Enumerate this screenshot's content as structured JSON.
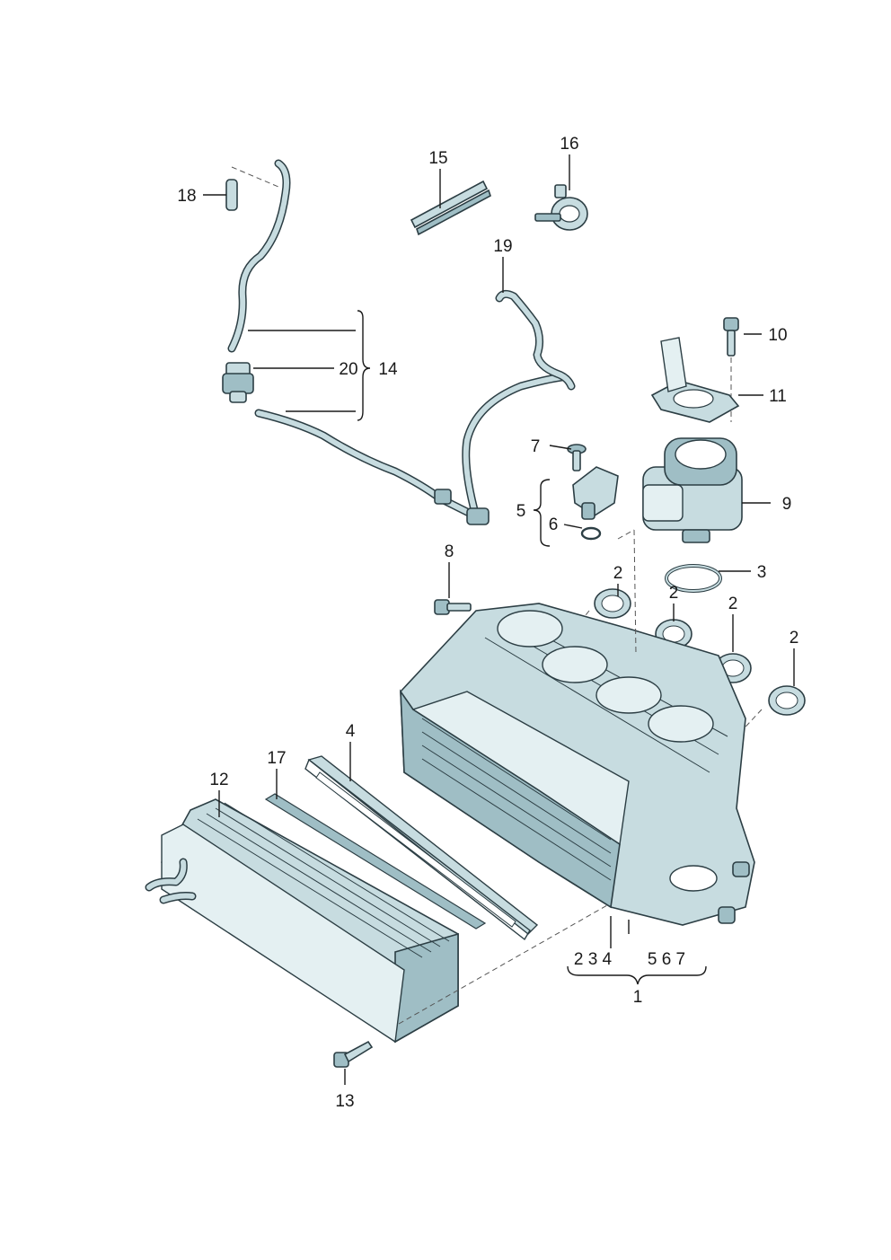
{
  "callouts": {
    "c1": "1",
    "c2a": "2",
    "c2b": "2",
    "c2c": "2",
    "c2d": "2",
    "c3": "3",
    "c4": "4",
    "c5": "5",
    "c6": "6",
    "c7": "7",
    "c8": "8",
    "c9": "9",
    "c10": "10",
    "c11": "11",
    "c12": "12",
    "c13": "13",
    "c14": "14",
    "c15": "15",
    "c16": "16",
    "c17": "17",
    "c18": "18",
    "c19": "19",
    "c20": "20",
    "group_left": "2 3 4",
    "group_right": "5 6 7"
  }
}
